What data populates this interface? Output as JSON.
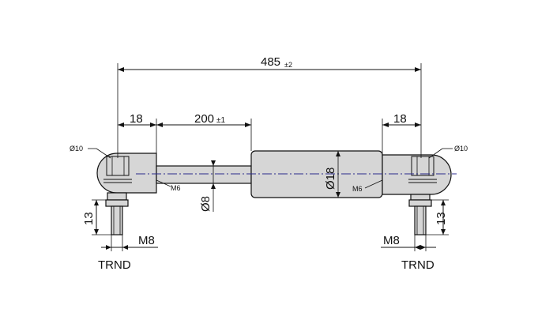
{
  "drawing": {
    "overall_length": {
      "value": "485",
      "tol": "±2"
    },
    "stroke": {
      "value": "200",
      "tol": "±1"
    },
    "left_end_offset": "18",
    "right_end_offset": "18",
    "left_ball_diameter": "Ø10",
    "right_ball_diameter": "Ø10",
    "left_thread_inner": "M6",
    "right_thread_inner": "M6",
    "rod_diameter": "Ø8",
    "body_diameter": "Ø18",
    "left_stud_length": "13",
    "right_stud_length": "13",
    "left_stud_thread": "M8",
    "right_stud_thread": "M8",
    "left_end_fitting_label": "TRND",
    "right_end_fitting_label": "TRND"
  }
}
